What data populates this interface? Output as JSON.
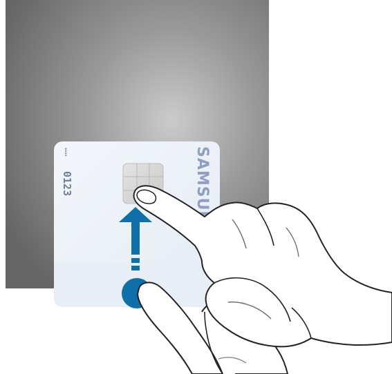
{
  "card": {
    "brand": "SAMSUNG",
    "number_fragment": "0123",
    "chip_icon": "card-chip-icon"
  },
  "gesture": {
    "direction": "up",
    "arrow_icon": "swipe-up-arrow-icon",
    "touch_icon": "touch-point-icon",
    "hand_icon": "pointing-hand-icon"
  },
  "colors": {
    "screen_center": "#c6c6c6",
    "screen_edge": "#6a6a6a",
    "accent_blue": "#0f6fa8",
    "card_face": "#eef3f9",
    "brand_text": "#8fa0be"
  }
}
